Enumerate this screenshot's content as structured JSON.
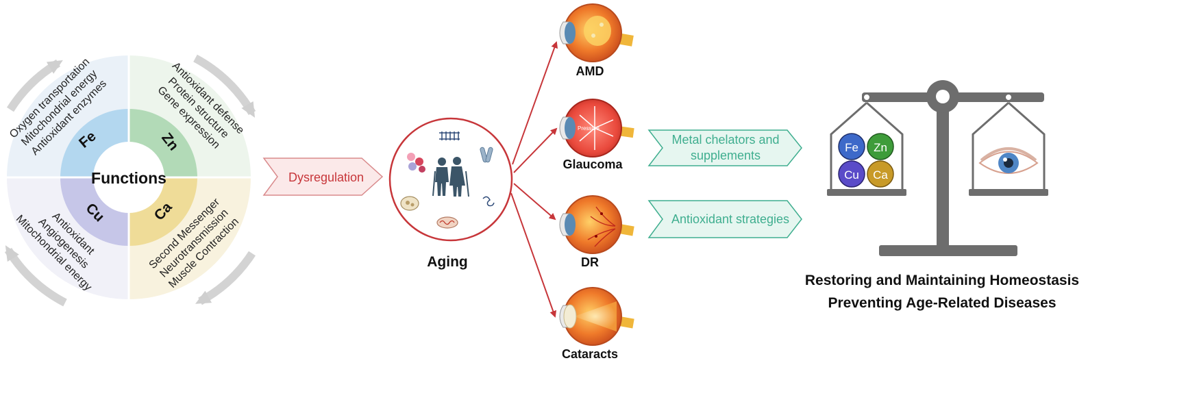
{
  "wheel": {
    "center_label": "Functions",
    "quadrants": [
      {
        "metal": "Fe",
        "color": "#b3d7ef",
        "outer_color": "#eaf1f8",
        "functions": [
          "Oxygen transportation",
          "Mitochondrial energy",
          "Antioxidant enzymes"
        ]
      },
      {
        "metal": "Zn",
        "color": "#b2dab7",
        "outer_color": "#edf5ec",
        "functions": [
          "Antioxidant defense",
          "Protein structure",
          "Gene expression"
        ]
      },
      {
        "metal": "Ca",
        "color": "#efdc98",
        "outer_color": "#f8f2de",
        "functions": [
          "Second Messenger",
          "Neurotransmission",
          "Muscle Contraction"
        ]
      },
      {
        "metal": "Cu",
        "color": "#c6c6e8",
        "outer_color": "#f1f1f8",
        "functions": [
          "Antioxidant",
          "Angiogenesis",
          "Mitochondrial energy"
        ]
      }
    ]
  },
  "dysregulation": {
    "label": "Dysregulation",
    "color": "#c7363a"
  },
  "aging": {
    "label": "Aging",
    "circle_color": "#c7363a"
  },
  "diseases": [
    {
      "label": "AMD",
      "icon": "eye-amd-icon"
    },
    {
      "label": "Glaucoma",
      "icon": "eye-glaucoma-icon",
      "inner_text": "Pressure"
    },
    {
      "label": "DR",
      "icon": "eye-dr-icon"
    },
    {
      "label": "Cataracts",
      "icon": "eye-cataract-icon"
    }
  ],
  "strategies": [
    {
      "lines": [
        "Metal chelators and",
        "supplements"
      ]
    },
    {
      "lines": [
        "Antioxidant strategies"
      ]
    }
  ],
  "strategy_color": "#3fae8f",
  "balance": {
    "metals": [
      {
        "symbol": "Fe",
        "color": "#3d69c9"
      },
      {
        "symbol": "Zn",
        "color": "#3e9c3a"
      },
      {
        "symbol": "Cu",
        "color": "#5a4bc8"
      },
      {
        "symbol": "Ca",
        "color": "#c89a28"
      }
    ],
    "right_pan_icon": "eye-icon"
  },
  "conclusion": {
    "line1": "Restoring and Maintaining Homeostasis",
    "line2": "Preventing Age-Related Diseases"
  },
  "arrow_color": "#c9c9c9"
}
